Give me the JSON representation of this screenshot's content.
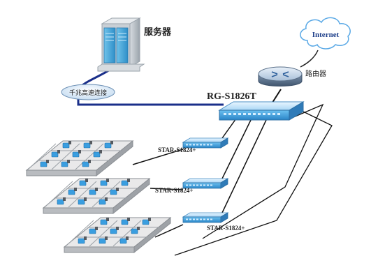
{
  "diagram": {
    "server_label": "服务器",
    "gigabit_link_label": "千兆高速连接",
    "internet_label": "Internet",
    "router_label": "路由器",
    "core_switch_label": "RG-S1826T",
    "access_switches": [
      {
        "label": "STAR-S1824+"
      },
      {
        "label": "STAR-S1824+"
      },
      {
        "label": "STAR-S1824+"
      }
    ]
  },
  "colors": {
    "link_blue": "#1a2f8a",
    "link_black": "#111111",
    "switch_blue": "#5ab3e8",
    "workstation_blue": "#3a9ee0",
    "cloud_stroke": "#5aa9e6"
  }
}
